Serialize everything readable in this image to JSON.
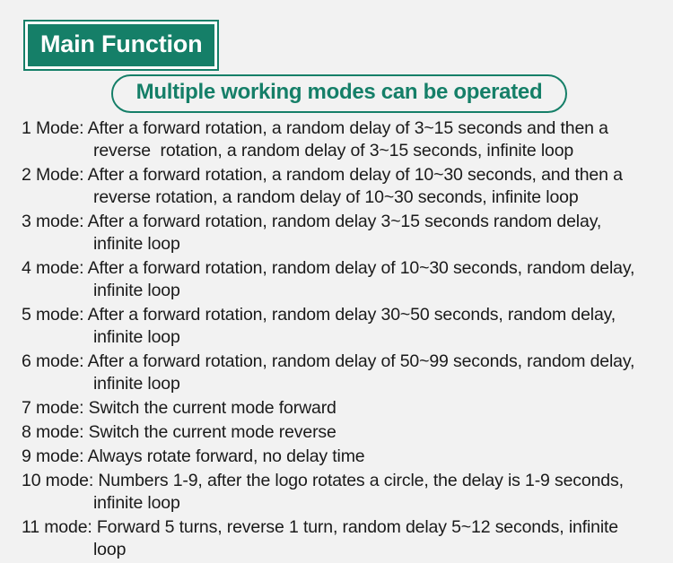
{
  "page": {
    "background_color": "#f2f2f2",
    "accent_color": "#157f68",
    "text_color": "#1a1a1a"
  },
  "header": {
    "badge_label": "Main Function",
    "subtitle_pill": "Multiple working modes can be operated"
  },
  "modes": [
    {
      "text": "1 Mode: After a forward rotation, a random delay of 3~15 seconds and then a reverse  rotation, a random delay of 3~15 seconds, infinite loop"
    },
    {
      "text": "2 Mode: After a forward rotation, a random delay of 10~30 seconds, and then a reverse rotation, a random delay of 10~30 seconds, infinite loop"
    },
    {
      "text": "3 mode: After a forward rotation, random delay 3~15 seconds random delay, infinite loop"
    },
    {
      "text": "4 mode: After a forward rotation, random delay of 10~30 seconds, random delay, infinite loop"
    },
    {
      "text": "5 mode: After a forward rotation, random delay 30~50 seconds, random delay, infinite loop"
    },
    {
      "text": "6 mode: After a forward rotation, random delay of 50~99 seconds, random delay, infinite loop"
    },
    {
      "text": "7 mode: Switch the current mode forward"
    },
    {
      "text": "8 mode: Switch the current mode reverse"
    },
    {
      "text": "9 mode: Always rotate forward, no delay time"
    },
    {
      "text": "10 mode: Numbers 1-9, after the logo rotates a circle, the delay is 1-9 seconds, infinite loop"
    },
    {
      "text": "11 mode: Forward 5 turns, reverse 1 turn, random delay 5~12 seconds, infinite loop"
    }
  ]
}
